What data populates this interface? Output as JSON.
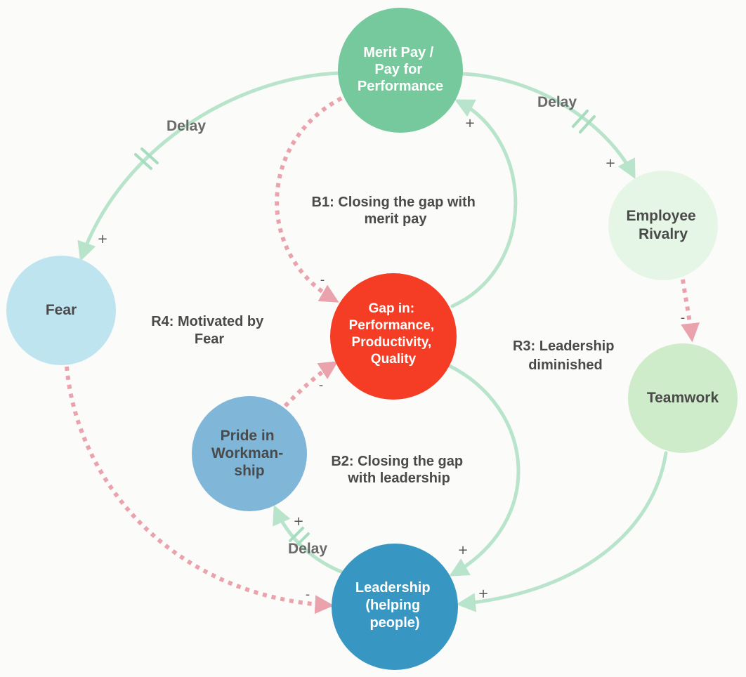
{
  "colors": {
    "positive_link": "#b9e4cc",
    "negative_link": "#eaa3ad",
    "background": "#fbfbf9"
  },
  "nodes": {
    "merit_pay": {
      "lines": [
        "Merit Pay /",
        "Pay for",
        "Performance"
      ],
      "fill": "#76c99c",
      "text_color": "#ffffff"
    },
    "employee_rivalry": {
      "lines": [
        "Employee",
        "Rivalry"
      ],
      "fill": "#e6f6e6",
      "text_color": "#4a4a4a"
    },
    "teamwork": {
      "lines": [
        "Teamwork"
      ],
      "fill": "#cfecca",
      "text_color": "#4a4a4a"
    },
    "fear": {
      "lines": [
        "Fear"
      ],
      "fill": "#bee4f0",
      "text_color": "#4a4a4a"
    },
    "gap": {
      "lines": [
        "Gap in:",
        "Performance,",
        "Productivity,",
        "Quality"
      ],
      "fill": "#f43d24",
      "text_color": "#ffffff"
    },
    "pride": {
      "lines": [
        "Pride in",
        "Workman-",
        "ship"
      ],
      "fill": "#80b7d8",
      "text_color": "#4a4a4a"
    },
    "leadership": {
      "lines": [
        "Leadership",
        "(helping",
        "people)"
      ],
      "fill": "#3796c2",
      "text_color": "#ffffff"
    }
  },
  "loops": {
    "b1": [
      "B1: Closing the gap with",
      "merit pay"
    ],
    "b2": [
      "B2: Closing the gap",
      "with leadership"
    ],
    "r3": [
      "R3: Leadership",
      "diminished"
    ],
    "r4": [
      "R4: Motivated by",
      "Fear"
    ]
  },
  "delay_label": "Delay",
  "polarity": {
    "merit_to_rivalry": "+",
    "rivalry_to_teamwork": "-",
    "teamwork_to_leadership": "+",
    "merit_to_fear": "+",
    "fear_to_leadership": "-",
    "merit_to_gap": "-",
    "gap_to_merit": "+",
    "pride_to_gap": "-",
    "gap_to_leadership": "+",
    "leadership_to_pride": "+"
  }
}
